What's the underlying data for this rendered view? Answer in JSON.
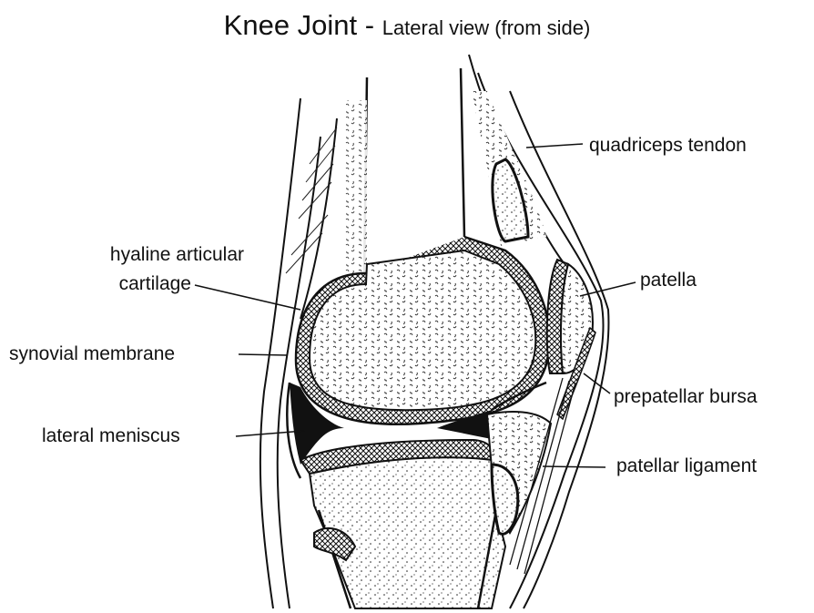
{
  "title": {
    "main": "Knee Joint - ",
    "sub": "Lateral view (from side)"
  },
  "labels": {
    "quadriceps_tendon": "quadriceps tendon",
    "hyaline_line1": "hyaline articular",
    "hyaline_line2": "cartilage",
    "patella": "patella",
    "synovial_membrane": "synovial membrane",
    "prepatellar_bursa": "prepatellar bursa",
    "lateral_meniscus": "lateral meniscus",
    "patellar_ligament": "patellar ligament"
  }
}
